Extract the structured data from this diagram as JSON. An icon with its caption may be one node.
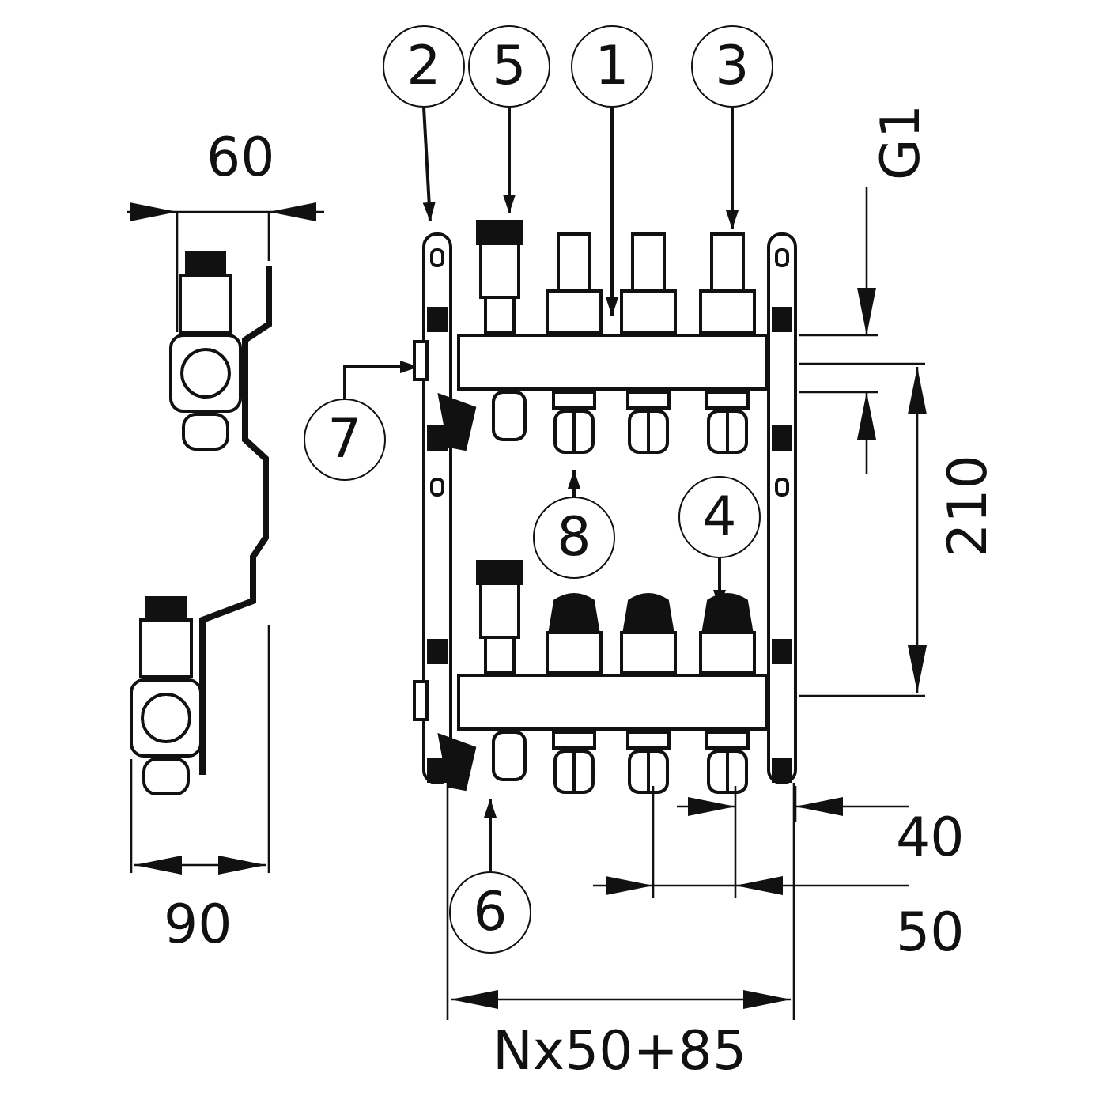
{
  "diagram": {
    "nodes": [
      {
        "text": [
          "2"
        ]
      },
      {
        "text": [
          "5"
        ]
      },
      {
        "text": [
          "1"
        ]
      },
      {
        "text": [
          "3"
        ]
      },
      {
        "text": [
          "7"
        ]
      },
      {
        "text": [
          "8"
        ]
      },
      {
        "text": [
          "4"
        ]
      },
      {
        "text": [
          "6"
        ]
      }
    ],
    "edges": [
      {
        "from": 0,
        "to": null,
        "arrow": "to"
      },
      {
        "from": 1,
        "to": null,
        "arrow": "to"
      },
      {
        "from": 2,
        "to": null,
        "arrow": "to"
      },
      {
        "from": 3,
        "to": null,
        "arrow": "to"
      },
      {
        "from": 4,
        "to": null,
        "arrow": "to"
      },
      {
        "from": 5,
        "to": null,
        "arrow": "to"
      },
      {
        "from": 6,
        "to": null,
        "arrow": "to"
      },
      {
        "from": 7,
        "to": null,
        "arrow": "to"
      }
    ],
    "labels": [
      "60",
      "G1",
      "210",
      "90",
      "40",
      "50",
      "Nx50+85"
    ]
  }
}
